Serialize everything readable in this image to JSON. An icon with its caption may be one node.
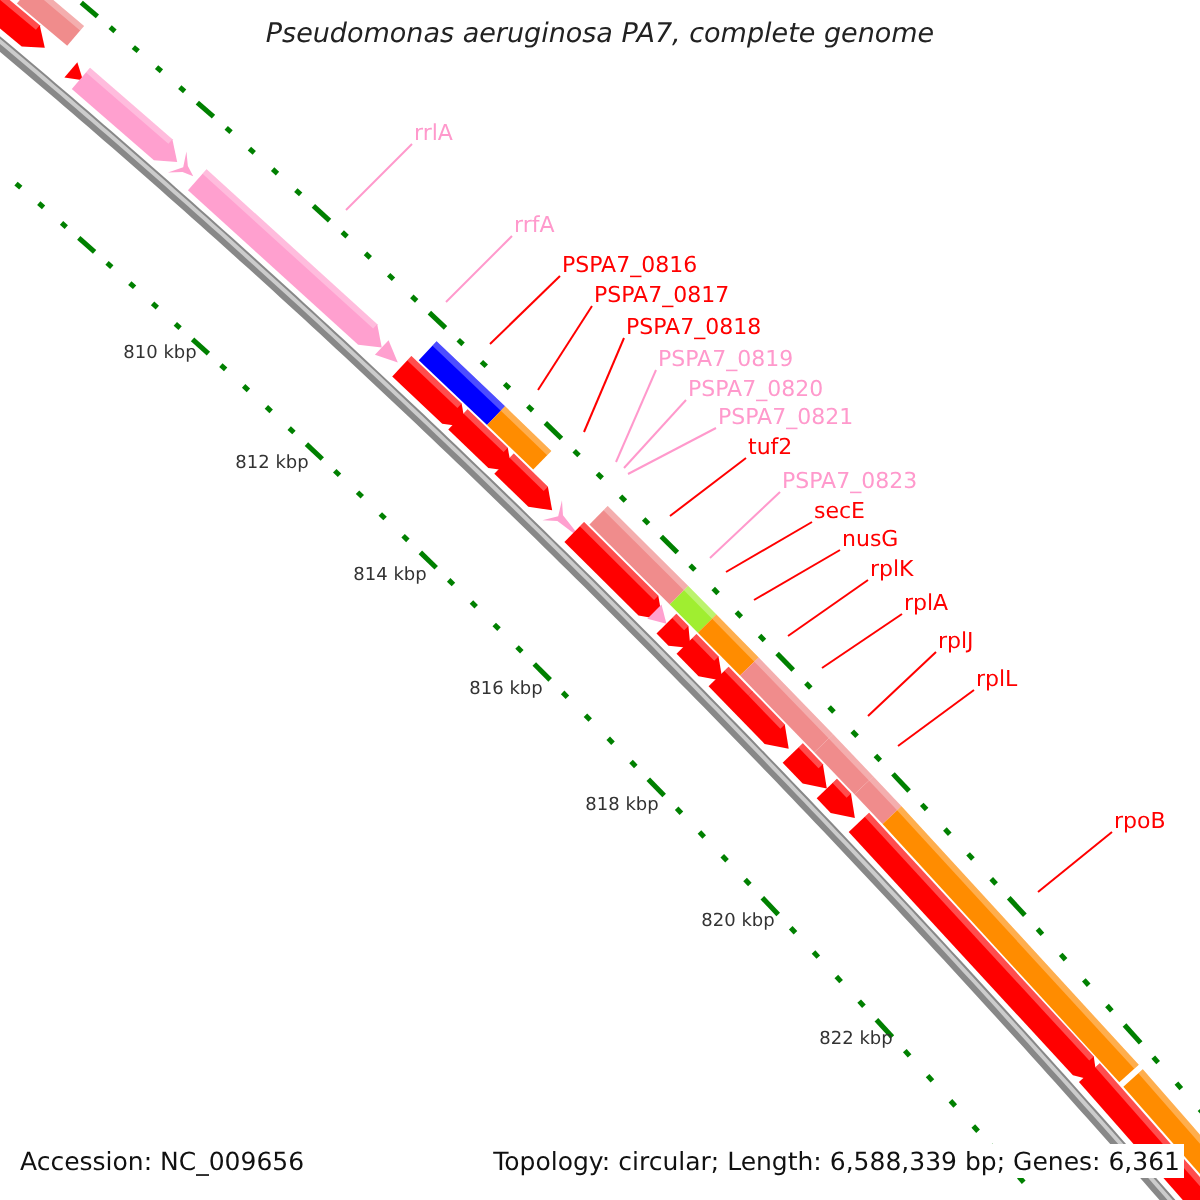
{
  "diagram": {
    "title": "Pseudomonas aeruginosa PA7, complete genome",
    "nodes": [
      {
        "text": [
          "rrlA"
        ]
      },
      {
        "text": [
          "rrfA"
        ]
      },
      {
        "text": [
          "PSPA7_0816"
        ]
      },
      {
        "text": [
          "PSPA7_0817"
        ]
      },
      {
        "text": [
          "PSPA7_0818"
        ]
      },
      {
        "text": [
          "PSPA7_0819"
        ]
      },
      {
        "text": [
          "PSPA7_0820"
        ]
      },
      {
        "text": [
          "PSPA7_0821"
        ]
      },
      {
        "text": [
          "tuf2"
        ]
      },
      {
        "text": [
          "PSPA7_0823"
        ]
      },
      {
        "text": [
          "secE"
        ]
      },
      {
        "text": [
          "nusG"
        ]
      },
      {
        "text": [
          "rplK"
        ]
      },
      {
        "text": [
          "rplA"
        ]
      },
      {
        "text": [
          "rplJ"
        ]
      },
      {
        "text": [
          "rplL"
        ]
      },
      {
        "text": [
          "rpoB"
        ]
      }
    ],
    "edges": [
      {
        "from": 0,
        "to": null,
        "arrow": "none",
        "color": "#ff99cc"
      },
      {
        "from": 1,
        "to": null,
        "arrow": "none",
        "color": "#ff99cc"
      },
      {
        "from": 2,
        "to": null,
        "arrow": "none"
      },
      {
        "from": 3,
        "to": null,
        "arrow": "none"
      },
      {
        "from": 4,
        "to": null,
        "arrow": "none"
      },
      {
        "from": 5,
        "to": null,
        "arrow": "none",
        "color": "#ff99cc"
      },
      {
        "from": 6,
        "to": null,
        "arrow": "none",
        "color": "#ff99cc"
      },
      {
        "from": 7,
        "to": null,
        "arrow": "none",
        "color": "#ff99cc"
      },
      {
        "from": 8,
        "to": null,
        "arrow": "none"
      },
      {
        "from": 9,
        "to": null,
        "arrow": "none",
        "color": "#ff99cc"
      },
      {
        "from": 10,
        "to": null,
        "arrow": "none"
      },
      {
        "from": 11,
        "to": null,
        "arrow": "none"
      },
      {
        "from": 12,
        "to": null,
        "arrow": "none"
      },
      {
        "from": 13,
        "to": null,
        "arrow": "none"
      },
      {
        "from": 14,
        "to": null,
        "arrow": "none"
      },
      {
        "from": 15,
        "to": null,
        "arrow": "none"
      },
      {
        "from": 16,
        "to": null,
        "arrow": "none"
      }
    ],
    "labels": [
      "810 kbp",
      "812 kbp",
      "814 kbp",
      "816 kbp",
      "818 kbp",
      "820 kbp",
      "822 kbp",
      "Accession: NC_009656",
      "Topology: circular; Length: 6,588,339 bp; Genes: 6,361"
    ]
  }
}
